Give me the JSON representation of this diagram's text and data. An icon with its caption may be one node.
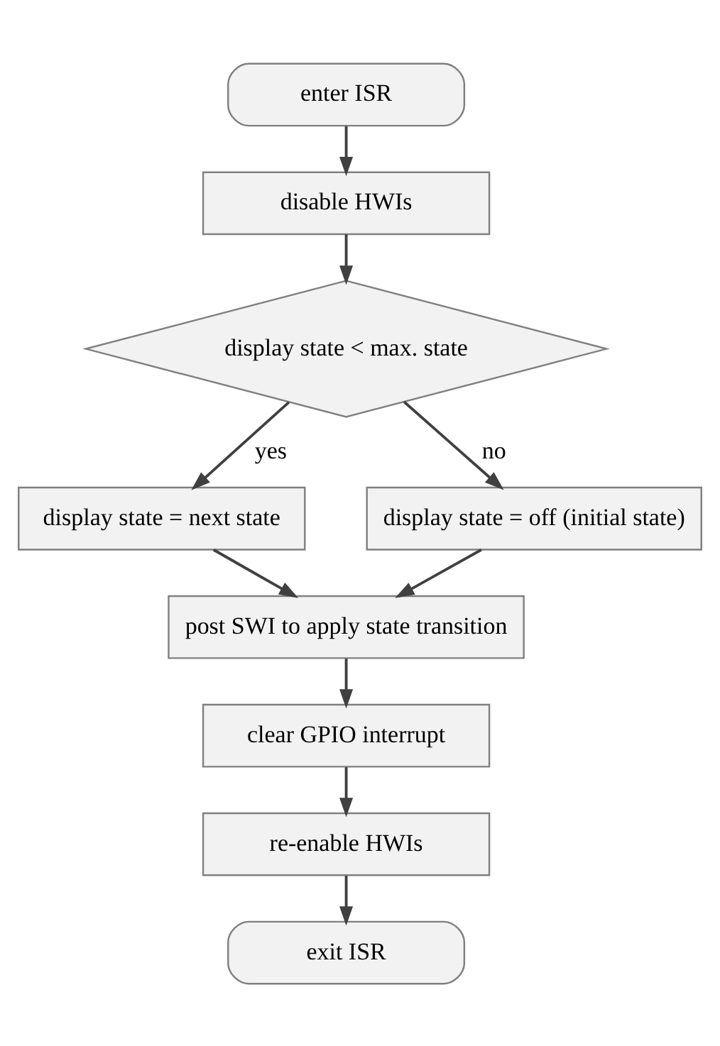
{
  "diagram": {
    "nodes": [
      {
        "text": [
          "enter ISR"
        ]
      },
      {
        "text": [
          "disable HWIs"
        ]
      },
      {
        "text": [
          "display state < max. state"
        ]
      },
      {
        "text": [
          "display state = next state"
        ]
      },
      {
        "text": [
          "display state = off (initial state)"
        ]
      },
      {
        "text": [
          "post SWI to apply state transition"
        ]
      },
      {
        "text": [
          "clear GPIO interrupt"
        ]
      },
      {
        "text": [
          "re-enable HWIs"
        ]
      },
      {
        "text": [
          "exit ISR"
        ]
      }
    ],
    "edges": [
      {
        "from": 0,
        "to": 1,
        "arrow": "to"
      },
      {
        "from": 1,
        "to": 2,
        "arrow": "to"
      },
      {
        "from": 2,
        "to": 3,
        "arrow": "to",
        "label": "yes"
      },
      {
        "from": 2,
        "to": 4,
        "arrow": "to",
        "label": "no"
      },
      {
        "from": 3,
        "to": 5,
        "arrow": "to"
      },
      {
        "from": 4,
        "to": 5,
        "arrow": "to"
      },
      {
        "from": 5,
        "to": 6,
        "arrow": "to"
      },
      {
        "from": 6,
        "to": 7,
        "arrow": "to"
      },
      {
        "from": 7,
        "to": 8,
        "arrow": "to"
      }
    ]
  }
}
